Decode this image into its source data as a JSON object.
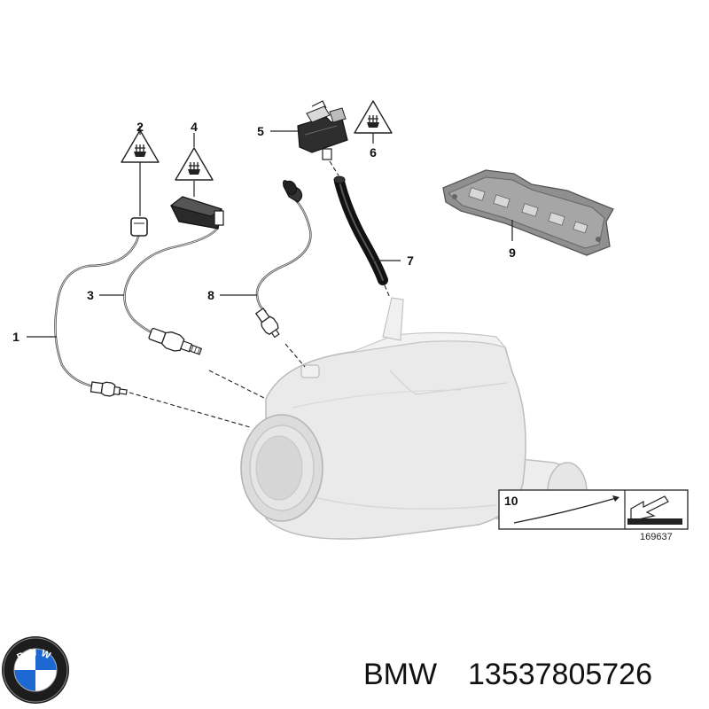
{
  "callouts": [
    {
      "id": "1",
      "label": "1"
    },
    {
      "id": "2",
      "label": "2"
    },
    {
      "id": "3",
      "label": "3"
    },
    {
      "id": "4",
      "label": "4"
    },
    {
      "id": "5",
      "label": "5"
    },
    {
      "id": "6",
      "label": "6"
    },
    {
      "id": "7",
      "label": "7"
    },
    {
      "id": "8",
      "label": "8"
    },
    {
      "id": "9",
      "label": "9"
    }
  ],
  "inset": {
    "label": "10",
    "reference_number": "169637"
  },
  "logo": {
    "brand": "BMW",
    "lettering": "BMW"
  },
  "caption": {
    "brand": "BMW",
    "part_number": "13537805726"
  },
  "icons": [
    "electrical-warning-icon",
    "bmw-roundel-icon",
    "assembly-arrow-icon"
  ],
  "colors": {
    "line": "#222222",
    "part_fill": "#e9e9e9",
    "part_outline": "#b8b8b8",
    "logo_blue": "#1c69d4"
  }
}
